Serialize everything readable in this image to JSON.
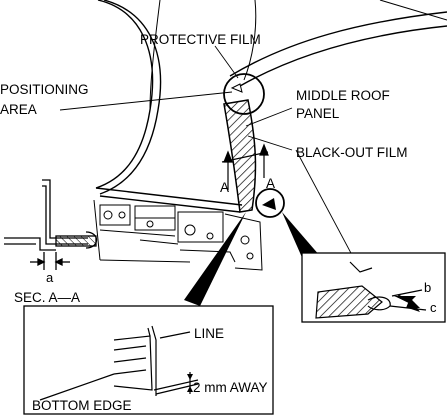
{
  "labels": {
    "protective_film": "PROTECTIVE FILM",
    "positioning_line1": "POSITIONING",
    "positioning_line2": "AREA",
    "middle_roof_line1": "MIDDLE ROOF",
    "middle_roof_line2": "PANEL",
    "blackout_film": "BLACK-OUT FILM",
    "section_mark_left": "A",
    "section_mark_right": "A",
    "dim_a": "a",
    "section_title": "SEC. A—A",
    "detail_b": "b",
    "detail_c": "c",
    "line": "LINE",
    "two_mm_away": "2 mm AWAY",
    "bottom_edge": "BOTTOM EDGE"
  }
}
